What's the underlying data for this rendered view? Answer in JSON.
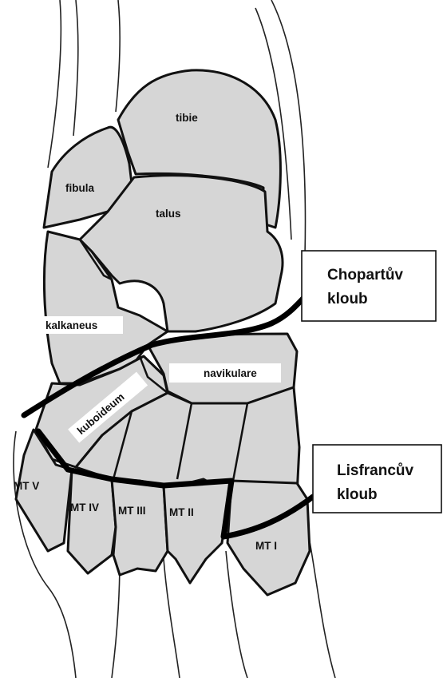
{
  "bones": {
    "tibie": "tibie",
    "fibula": "fibula",
    "talus": "talus",
    "kalkaneus": "kalkaneus",
    "kuboideum": "kuboideum",
    "navikulare": "navikulare",
    "mt_v": "MT V",
    "mt_iv": "MT IV",
    "mt_iii": "MT III",
    "mt_ii": "MT II",
    "mt_i": "MT I"
  },
  "callouts": {
    "chopart_line1": "Chopartův",
    "chopart_line2": "kloub",
    "lisfranc_line1": "Lisfrancův",
    "lisfranc_line2": "kloub"
  }
}
